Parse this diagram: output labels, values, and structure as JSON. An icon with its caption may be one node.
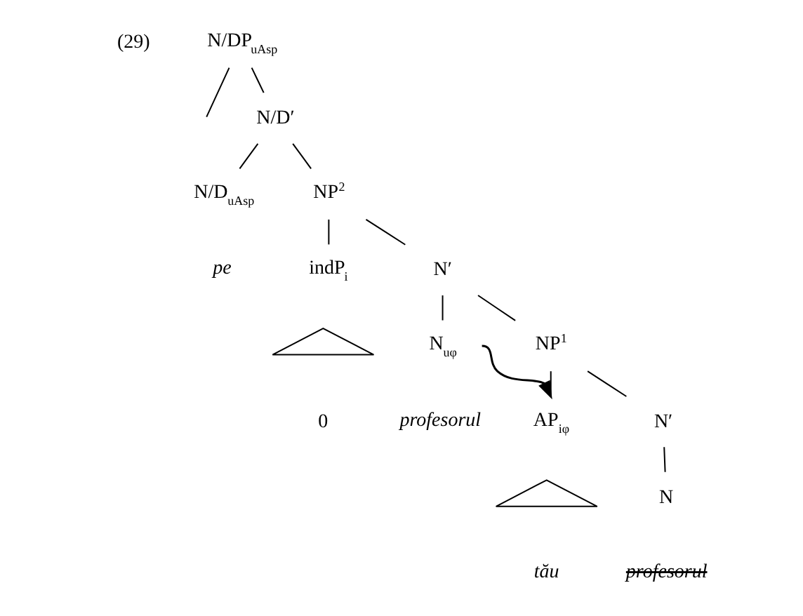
{
  "diagram": {
    "nodes": [
      {
        "text": [
          "N/DP$_{uAsp}$"
        ]
      },
      {
        "text": [
          "N/D′"
        ]
      },
      {
        "text": [
          "N/D$_{uAsp}$"
        ],
        "beside": [
          "pe"
        ]
      },
      {
        "text": [
          "NP$^{2}$"
        ]
      },
      {
        "text": [
          "indP$_{i}$"
        ]
      },
      {
        "text": [
          "N′"
        ]
      },
      {
        "text": [],
        "shape": "triangle",
        "beside": [
          "0"
        ]
      },
      {
        "text": [
          "N$_{uφ}$"
        ],
        "beside": [
          "profesorul"
        ]
      },
      {
        "text": [
          "NP$^{1}$"
        ]
      },
      {
        "text": [
          "AP$_{iφ}$"
        ]
      },
      {
        "text": [
          "N′"
        ]
      },
      {
        "text": [],
        "shape": "triangle",
        "beside": [
          "tău"
        ]
      },
      {
        "text": [
          "N"
        ],
        "beside": [
          "profesorul"
        ]
      }
    ],
    "edges": [
      {
        "from": 0,
        "to": null,
        "arrow": "none"
      },
      {
        "from": 0,
        "to": 1,
        "arrow": "none"
      },
      {
        "from": 1,
        "to": 2,
        "arrow": "none"
      },
      {
        "from": 1,
        "to": 3,
        "arrow": "none"
      },
      {
        "from": 3,
        "to": 4,
        "arrow": "none"
      },
      {
        "from": 3,
        "to": 5,
        "arrow": "none"
      },
      {
        "from": 5,
        "to": 7,
        "arrow": "none"
      },
      {
        "from": 5,
        "to": 8,
        "arrow": "none"
      },
      {
        "from": 8,
        "to": 9,
        "arrow": "none"
      },
      {
        "from": 8,
        "to": 10,
        "arrow": "none"
      },
      {
        "from": 10,
        "to": 12,
        "arrow": "none"
      },
      {
        "from": 7,
        "to": 9,
        "arrow": "to"
      }
    ],
    "labels": [
      "(29)"
    ]
  }
}
